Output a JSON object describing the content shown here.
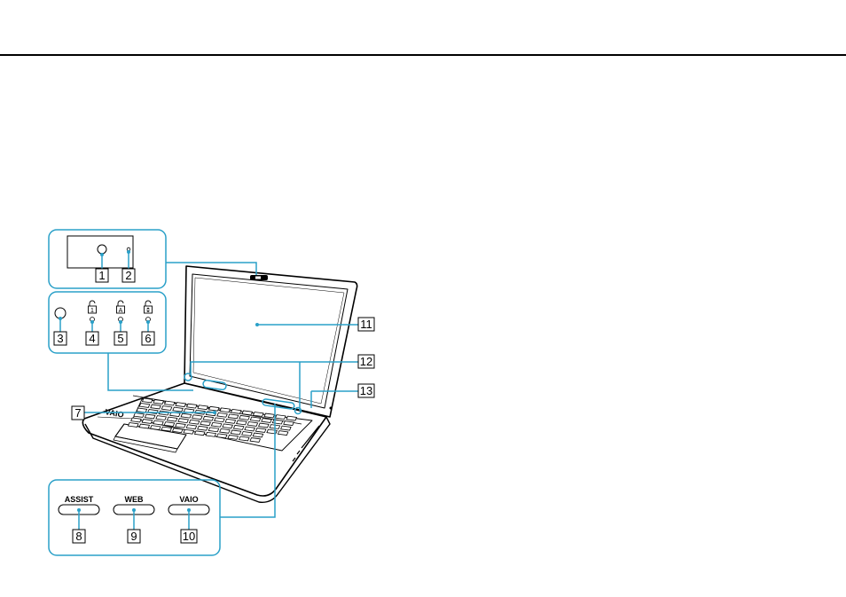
{
  "callouts": {
    "c1": "1",
    "c2": "2",
    "c3": "3",
    "c4": "4",
    "c5": "5",
    "c6": "6",
    "c7": "7",
    "c8": "8",
    "c9": "9",
    "c10": "10",
    "c11": "11",
    "c12": "12",
    "c13": "13"
  },
  "buttons": {
    "assist": "ASSIST",
    "web": "WEB",
    "vaio": "VAIO"
  },
  "laptop_logo": "VAIO",
  "colors": {
    "callout_line": "#2aa0c8",
    "panel_border": "#2aa0c8",
    "rule": "#000000"
  },
  "icons": [
    "camera-lens-icon",
    "camera-indicator-icon",
    "ambient-light-sensor-icon",
    "num-lock-icon",
    "caps-lock-icon",
    "scroll-lock-icon"
  ]
}
